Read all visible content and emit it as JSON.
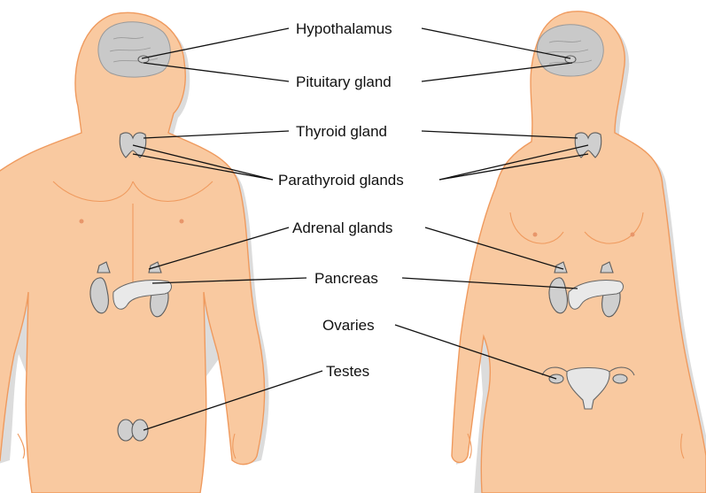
{
  "labels": {
    "hypothalamus": "Hypothalamus",
    "pituitary": "Pituitary gland",
    "thyroid": "Thyroid gland",
    "parathyroid": "Parathyroid glands",
    "adrenal": "Adrenal glands",
    "pancreas": "Pancreas",
    "ovaries": "Ovaries",
    "testes": "Testes"
  },
  "colors": {
    "skin": "#f9c9a0",
    "skin_outline": "#ef9a5e",
    "organ_gray": "#cfcfcf",
    "shadow": "#dcdcdc",
    "label_text": "#111111"
  }
}
